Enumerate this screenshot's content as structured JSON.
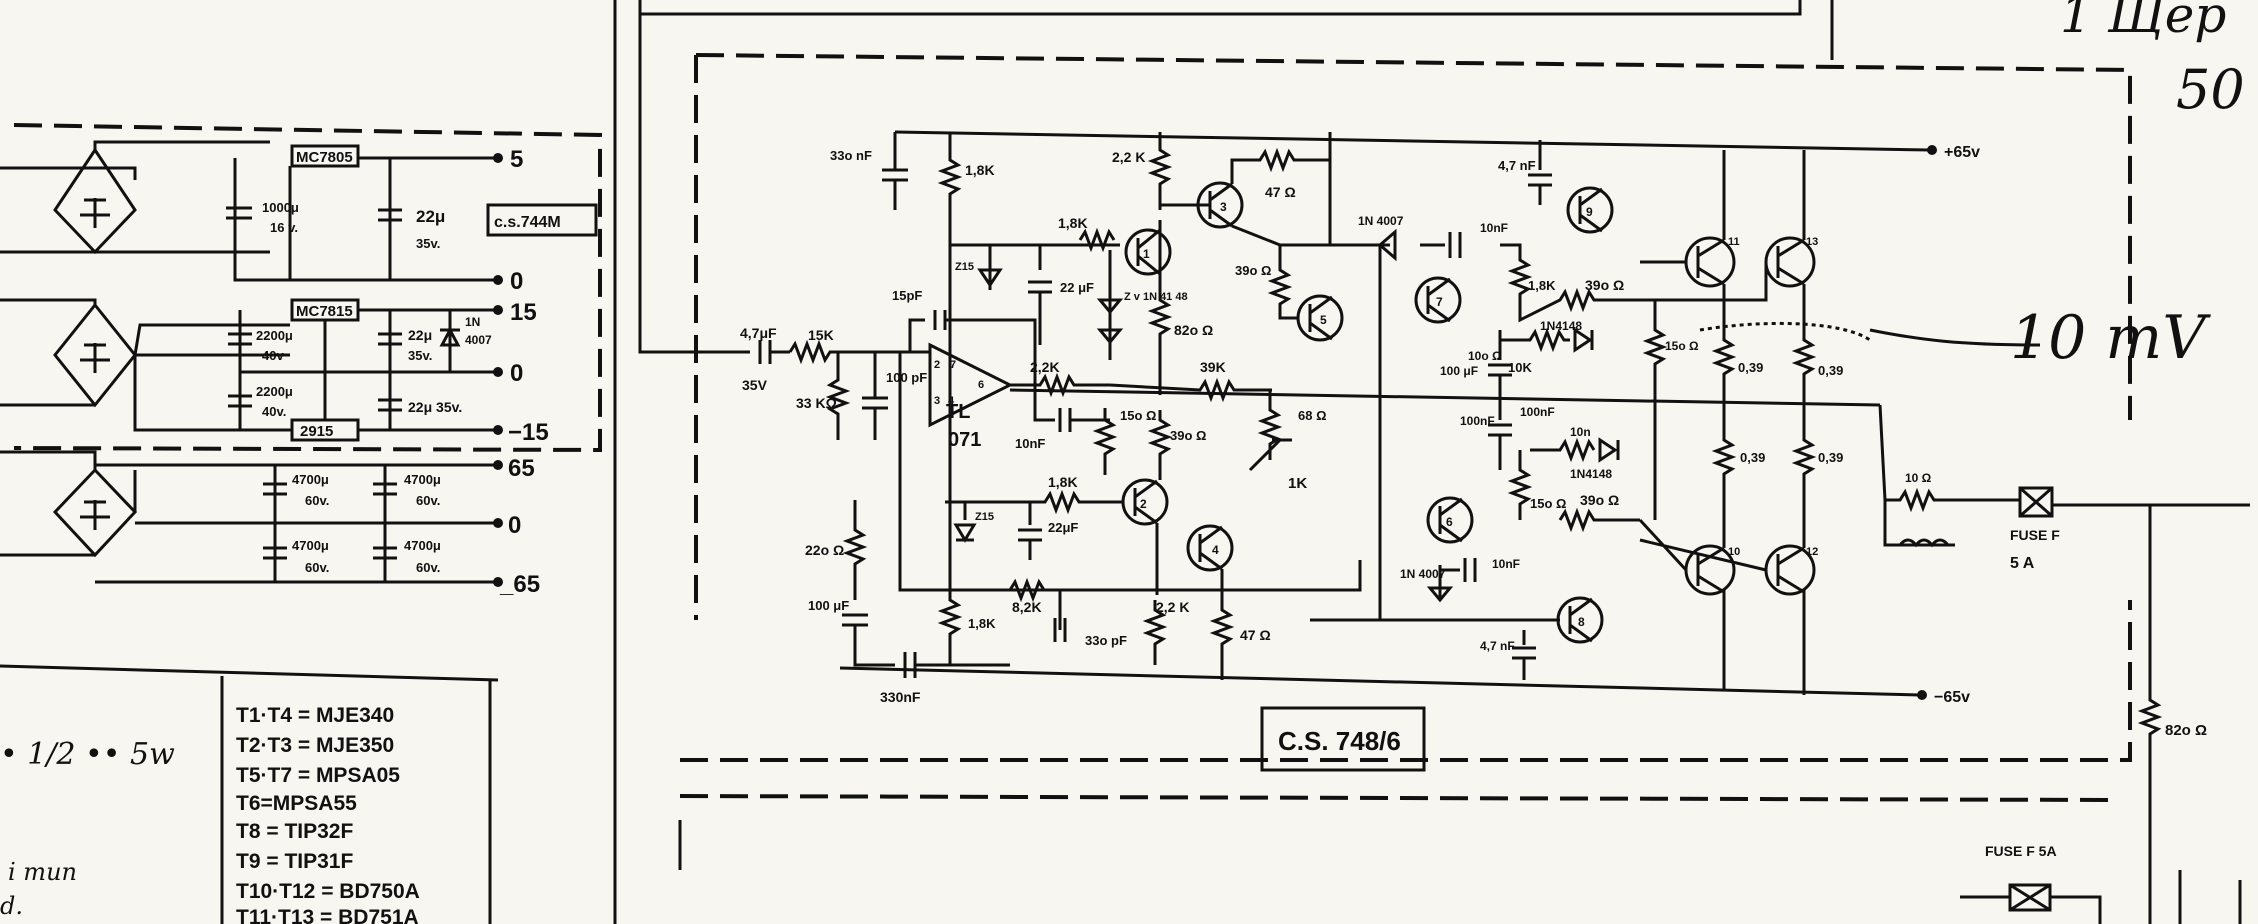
{
  "power_supply": {
    "rails": [
      "5",
      "0",
      "15",
      "0",
      "−15",
      "65",
      "0",
      "_65"
    ],
    "regulators": [
      "MC7805",
      "MC7815",
      "2915"
    ],
    "board_label": "c.s.744M",
    "caps": [
      {
        "v": "1000μ",
        "r": "16 v."
      },
      {
        "v": "22μ",
        "r": "35v."
      },
      {
        "v": "2200μ",
        "r": "40v"
      },
      {
        "v": "22μ",
        "r": "35v."
      },
      {
        "v": "2200μ",
        "r": "40v."
      },
      {
        "v": "22μ 35v."
      },
      {
        "v": "4700μ",
        "r": "60v."
      },
      {
        "v": "4700μ",
        "r": "60v."
      },
      {
        "v": "4700μ",
        "r": "60v."
      },
      {
        "v": "4700μ",
        "r": "60v."
      }
    ],
    "diode": [
      "1N",
      "4007"
    ]
  },
  "amp": {
    "board_label": "C.S. 748/6",
    "rail_pos": "+65v",
    "rail_neg": "−65v",
    "opamp": [
      "TL",
      "071"
    ],
    "opamp_pins": [
      "2",
      "7",
      "3",
      "4",
      "6"
    ],
    "fuse": [
      "FUSE F",
      "5 A"
    ],
    "fuse2": "FUSE F 5A",
    "labels": [
      "33o nF",
      "1,8K",
      "2,2 K",
      "47 Ω",
      "4,7 nF",
      "1N 4007",
      "10nF",
      "1,8K",
      "Z15",
      "22 μF",
      "Z v 1N 41 48",
      "82o Ω",
      "15pF",
      "4,7μF",
      "15K",
      "35V",
      "33 KΩ",
      "100 pF",
      "2,2K",
      "10nF",
      "39o Ω",
      "39K",
      "15o Ω",
      "39o Ω",
      "1N4148",
      "10K",
      "100 μF",
      "10o Ω",
      "0,39",
      "0,39",
      "15o Ω",
      "82o Ω",
      "68 Ω",
      "1K",
      "1,8K",
      "Z15",
      "22μF",
      "22o Ω",
      "100 μF",
      "1,8K",
      "8,2K",
      "33o pF",
      "330nF",
      "2,2 K",
      "47 Ω",
      "1K",
      "100nF",
      "10n",
      "1N4148",
      "15o Ω",
      "39o Ω",
      "0,39",
      "0,39",
      "1N 4007",
      "10nF",
      "4,7 nF",
      "10 Ω",
      "82o Ω"
    ],
    "transistor_numbers": [
      "1",
      "3",
      "5",
      "4",
      "7",
      "2",
      "6",
      "8",
      "9",
      "10",
      "11",
      "12",
      "13"
    ]
  },
  "annotations": {
    "top_right": "1 Щер",
    "fifty": "50",
    "ten_mv": "10 mV",
    "left_spec": "• 1/2 •• 5w",
    "left_text1": "i mun",
    "left_text2": "d."
  },
  "transistor_table": [
    "T1·T4 = MJE340",
    "T2·T3 = MJE350",
    "T5·T7 = MPSA05",
    "T6=MPSA55",
    "T8 = TIP32F",
    "T9 = TIP31F",
    "T10·T12 = BD750A",
    "T11·T13 = BD751A"
  ]
}
